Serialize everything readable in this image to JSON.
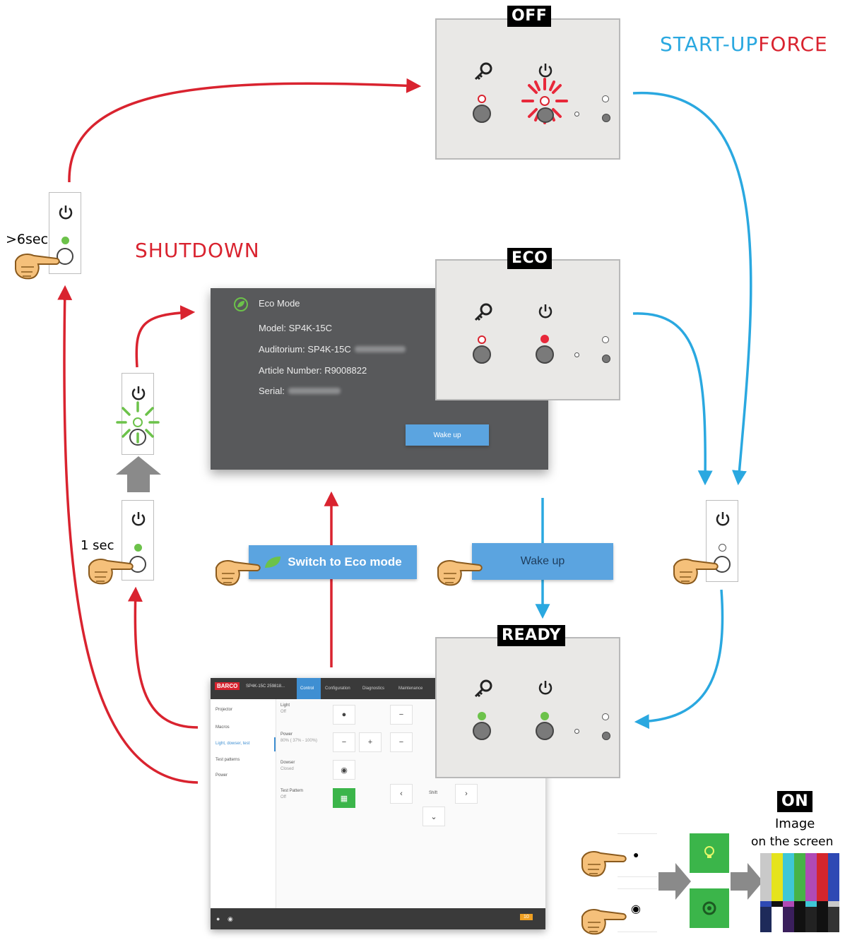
{
  "labels": {
    "off_state": "OFF",
    "eco_state": "ECO",
    "ready_state": "READY",
    "on_state": "ON",
    "start_up_force_1": "START-UP",
    "start_up_force_2": "FORCE",
    "shutdown": "SHUTDOWN",
    "hold_long": ">6sec",
    "hold_short": "1 sec",
    "image_on_screen_1": "Image",
    "image_on_screen_2": "on the screen"
  },
  "eco_window": {
    "title": "Eco Mode",
    "model": "Model: SP4K-15C",
    "auditorium": "Auditorium: SP4K-15C",
    "article": "Article Number: R9008822",
    "serial": "Serial:",
    "wake_button": "Wake up"
  },
  "buttons": {
    "switch_eco": "Switch to Eco mode",
    "wake_up": "Wake up"
  },
  "web_ui": {
    "brand": "BARCO",
    "device": "SP4K-15C 259818...",
    "tabs": [
      "Control",
      "Configuration",
      "Diagnostics",
      "Maintenance"
    ],
    "side": [
      "Projector",
      "Macros",
      "Light, dowser, test",
      "Test patterns",
      "Power"
    ],
    "rows": [
      {
        "label": "Light",
        "value": "Off"
      },
      {
        "label": "Power",
        "value": "80% ( 37% - 100%)"
      },
      {
        "label": "Dowser",
        "value": "Closed"
      },
      {
        "label": "Test Pattern",
        "value": "Off"
      }
    ],
    "shift_label": "Shift",
    "badge": "10"
  },
  "colors": {
    "shutdown_red": "#d9232f",
    "startup_blue": "#2aa8e0",
    "eco_green": "#6cc24a",
    "panel_bg": "#e9e8e6",
    "web_blue": "#3f8fd2"
  }
}
